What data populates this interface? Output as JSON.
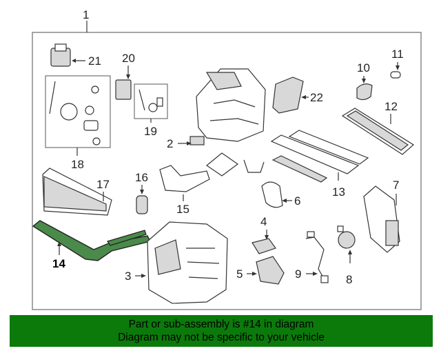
{
  "callouts": {
    "c1": "1",
    "c2": "2",
    "c3": "3",
    "c4": "4",
    "c5": "5",
    "c6": "6",
    "c7": "7",
    "c8": "8",
    "c9": "9",
    "c10": "10",
    "c11": "11",
    "c12": "12",
    "c13": "13",
    "c14": "14",
    "c15": "15",
    "c16": "16",
    "c17": "17",
    "c18": "18",
    "c19": "19",
    "c20": "20",
    "c21": "21",
    "c22": "22"
  },
  "highlighted_part": "14",
  "colors": {
    "banner_background": "#0b7a0b",
    "highlight_fill": "#4a8a4a",
    "frame": "#888888"
  },
  "banner": {
    "line1": "Part or sub-assembly is #14 in diagram",
    "line2": "Diagram may not be specific to your vehicle"
  }
}
